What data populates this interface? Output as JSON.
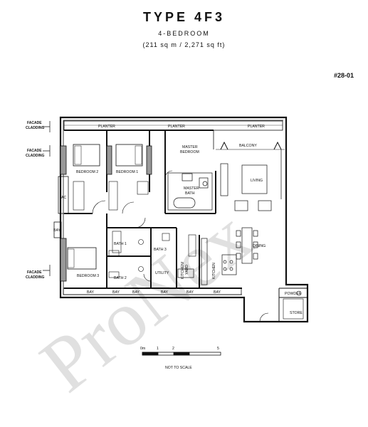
{
  "header": {
    "title": "TYPE 4F3",
    "subtitle": "4-BEDROOM",
    "area": "(211 sq m / 2,271 sq ft)",
    "unit": "#28-01"
  },
  "labels": {
    "facade_top": [
      "FACADE",
      "CLADDING"
    ],
    "facade_mid": [
      "FACADE",
      "CLADDING"
    ],
    "facade_bot": [
      "FACADE",
      "CLADDING"
    ],
    "planter": "PLANTER",
    "balcony": "BALCONY",
    "master_bedroom": [
      "MASTER",
      "BEDROOM"
    ],
    "master_bath": [
      "MASTER",
      "BATH"
    ],
    "bedroom_2": "BEDROOM 2",
    "bedroom_1": "BEDROOM 1",
    "bedroom_3": "BEDROOM 3",
    "living": "LIVING",
    "dining": "DINING",
    "ac": "AC",
    "bay": "BAY",
    "bath_1": "BATH 1",
    "bath_2": "BATH 2",
    "bath_3": "BATH 3",
    "utility": "UTILITY",
    "kitchen_yard": [
      "KITCHEN/",
      "YARD"
    ],
    "kitchen": "KITCHEN",
    "powder": "POWDER",
    "store": "STORE"
  },
  "scale": {
    "ticks": [
      "0m",
      "1",
      "2",
      "5"
    ],
    "note": "NOT TO SCALE"
  },
  "watermark": "ProNex",
  "colors": {
    "line": "#111111",
    "wall": "#2a2a2a",
    "watermark": "#000000"
  }
}
